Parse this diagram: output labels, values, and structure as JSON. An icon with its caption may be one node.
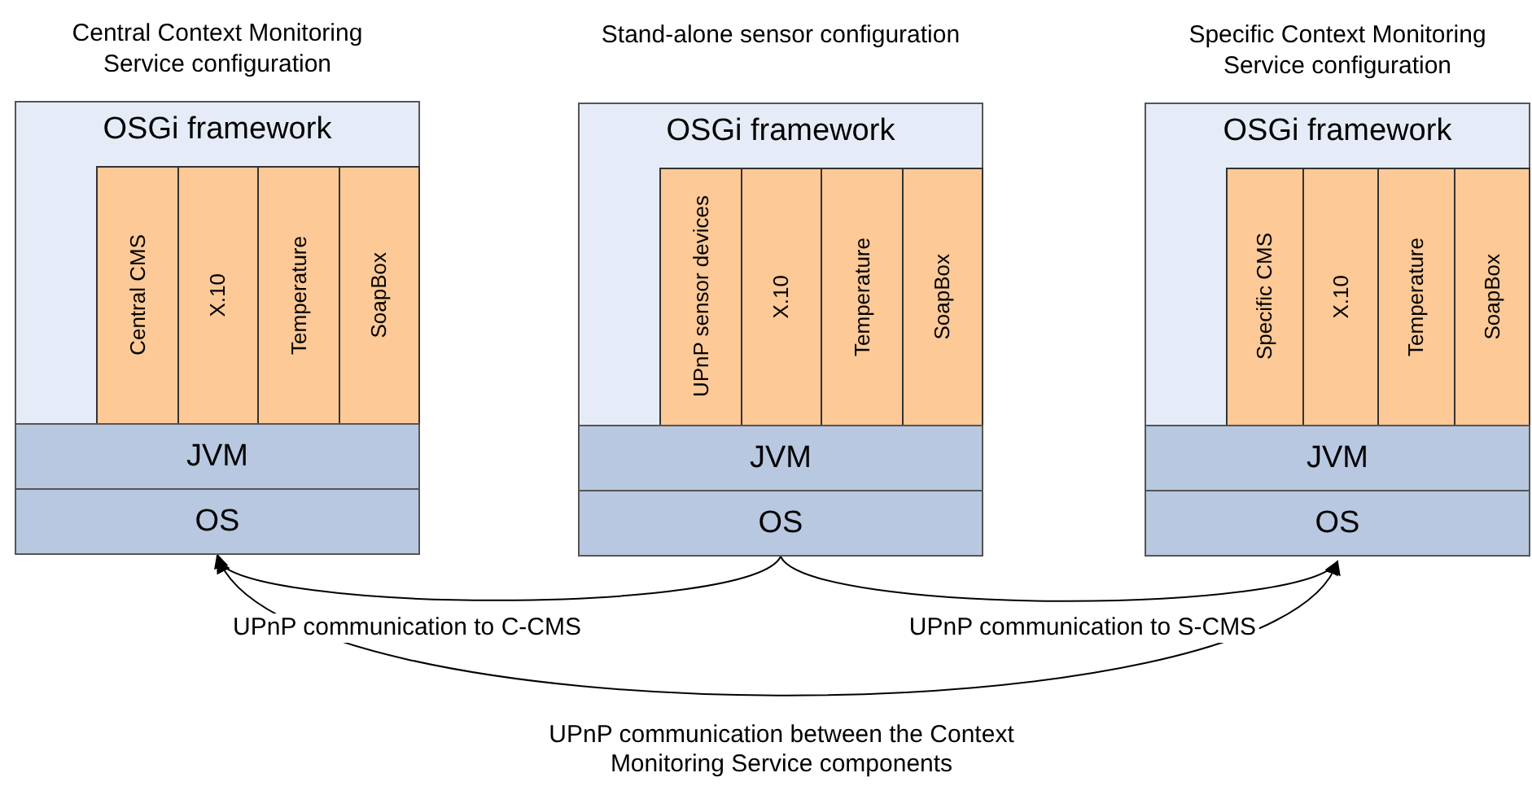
{
  "diagram": {
    "nodes": [
      {
        "text": [
          "Central Context Monitoring Service configuration"
        ]
      },
      {
        "text": [
          "OSGi framework"
        ],
        "in": 0
      },
      {
        "text": [
          "Central CMS"
        ],
        "in": 1
      },
      {
        "text": [
          "X.10"
        ],
        "in": 1
      },
      {
        "text": [
          "Temperature"
        ],
        "in": 1
      },
      {
        "text": [
          "SoapBox"
        ],
        "in": 1
      },
      {
        "text": [
          "JVM"
        ],
        "in": 0
      },
      {
        "text": [
          "OS"
        ],
        "in": 0
      },
      {
        "text": [
          "Stand-alone sensor configuration"
        ]
      },
      {
        "text": [
          "OSGi framework"
        ],
        "in": 8
      },
      {
        "text": [
          "UPnP sensor devices"
        ],
        "in": 9
      },
      {
        "text": [
          "X.10"
        ],
        "in": 9
      },
      {
        "text": [
          "Temperature"
        ],
        "in": 9
      },
      {
        "text": [
          "SoapBox"
        ],
        "in": 9
      },
      {
        "text": [
          "JVM"
        ],
        "in": 8
      },
      {
        "text": [
          "OS"
        ],
        "in": 8
      },
      {
        "text": [
          "Specific Context Monitoring Service configuration"
        ]
      },
      {
        "text": [
          "OSGi framework"
        ],
        "in": 16
      },
      {
        "text": [
          "Specific CMS"
        ],
        "in": 17
      },
      {
        "text": [
          "X.10"
        ],
        "in": 17
      },
      {
        "text": [
          "Temperature"
        ],
        "in": 17
      },
      {
        "text": [
          "SoapBox"
        ],
        "in": 17
      },
      {
        "text": [
          "JVM"
        ],
        "in": 16
      },
      {
        "text": [
          "OS"
        ],
        "in": 16
      }
    ],
    "edges": [
      {
        "from": 15,
        "to": 7,
        "arrow": "to",
        "label": "UPnP communication to C-CMS"
      },
      {
        "from": 15,
        "to": 23,
        "arrow": "to",
        "label": "UPnP communication to S-CMS"
      },
      {
        "from": 7,
        "to": 23,
        "arrow": "both",
        "label": "UPnP communication between the Context Monitoring Service components"
      }
    ]
  }
}
